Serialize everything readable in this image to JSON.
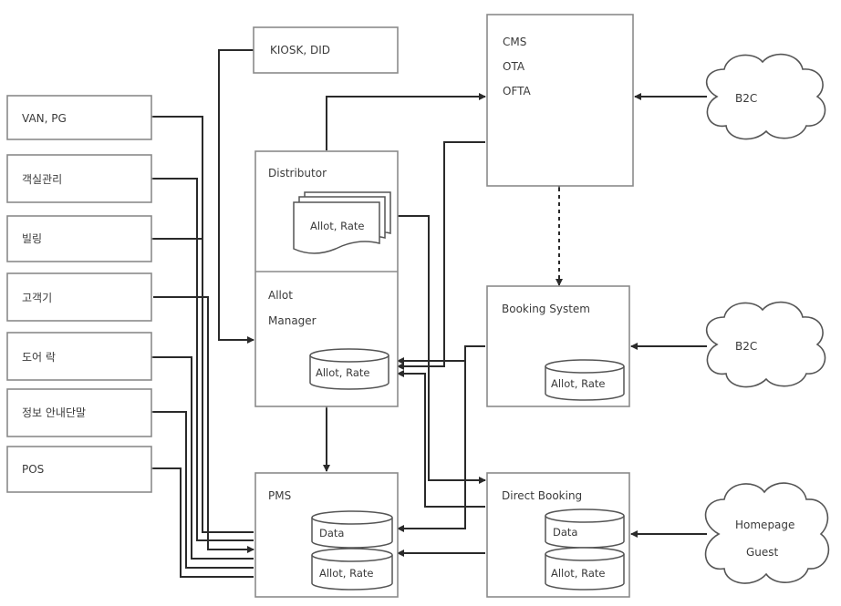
{
  "left_column": [
    {
      "id": "van_pg",
      "label": "VAN, PG"
    },
    {
      "id": "gaeksil",
      "label": "객실관리"
    },
    {
      "id": "billing",
      "label": "빌링"
    },
    {
      "id": "gogaeng",
      "label": "고객기"
    },
    {
      "id": "door",
      "label": "도어 락"
    },
    {
      "id": "info",
      "label": "정보 안내단말"
    },
    {
      "id": "pos",
      "label": "POS"
    }
  ],
  "kiosk": {
    "label": "KIOSK, DID"
  },
  "cms": {
    "lines": [
      "CMS",
      "OTA",
      "OFTA"
    ]
  },
  "distributor": {
    "title": "Distributor",
    "doc_label": "Allot, Rate"
  },
  "allot_manager": {
    "title_line1": "Allot",
    "title_line2": "Manager",
    "db_label": "Allot, Rate"
  },
  "pms": {
    "title": "PMS",
    "db1": "Data",
    "db2": "Allot, Rate"
  },
  "booking_system": {
    "title": "Booking System",
    "db_label": "Allot, Rate"
  },
  "direct_booking": {
    "title": "Direct Booking",
    "db1": "Data",
    "db2": "Allot, Rate"
  },
  "clouds": {
    "b2c_top": "B2C",
    "b2c_mid": "B2C",
    "homepage_line1": "Homepage",
    "homepage_line2": "Guest"
  }
}
